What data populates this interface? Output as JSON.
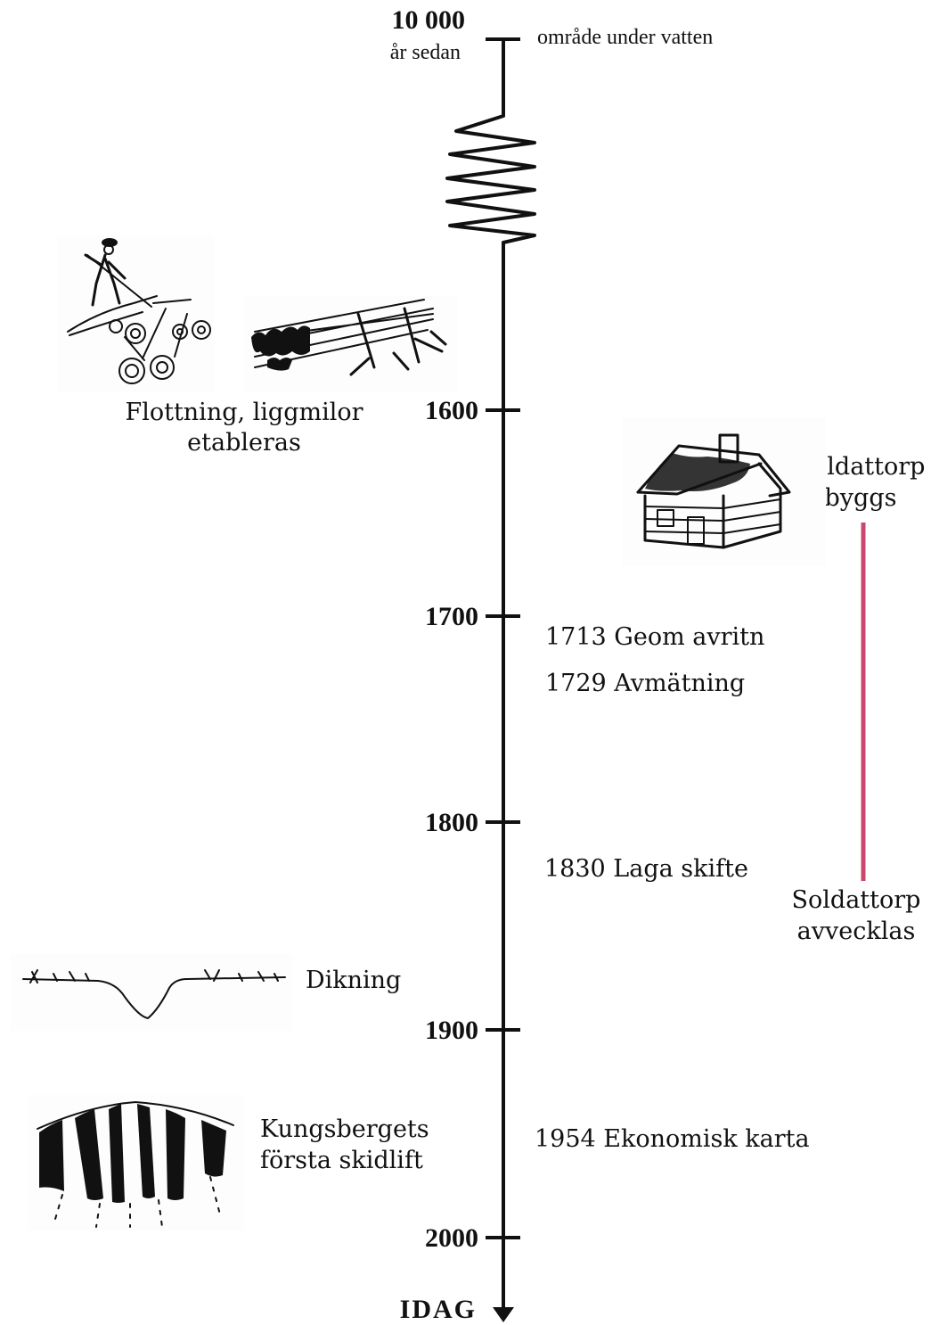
{
  "timeline": {
    "start_label": "10 000",
    "start_sublabel": "år sedan",
    "start_event": "område under vatten",
    "end_label": "IDAG",
    "ticks": [
      "1600",
      "1700",
      "1800",
      "1900",
      "2000"
    ]
  },
  "events_left": {
    "flottning_line1": "Flottning, liggmilor",
    "flottning_line2": "etableras",
    "dikning": "Dikning",
    "skidlift_line1": "Kungsbergets",
    "skidlift_line2": "första skidlift"
  },
  "events_right": {
    "geom": "1713 Geom avritn",
    "avmatning": "1729 Avmätning",
    "laga_skifte": "1830 Laga skifte",
    "ekonomisk": "1954 Ekonomisk karta"
  },
  "soldattorp": {
    "start_line1": "Soldattorp",
    "start_line2": "byggs",
    "end_line1": "Soldattorp",
    "end_line2": "avvecklas",
    "bar_color": "#c8486e"
  },
  "icons": {
    "timber_float": "log-driver-icon",
    "charcoal_stack": "wood-stack-icon",
    "cottage": "cottage-icon",
    "ditch": "ditch-profile-icon",
    "ski_hill": "ski-hill-icon"
  }
}
